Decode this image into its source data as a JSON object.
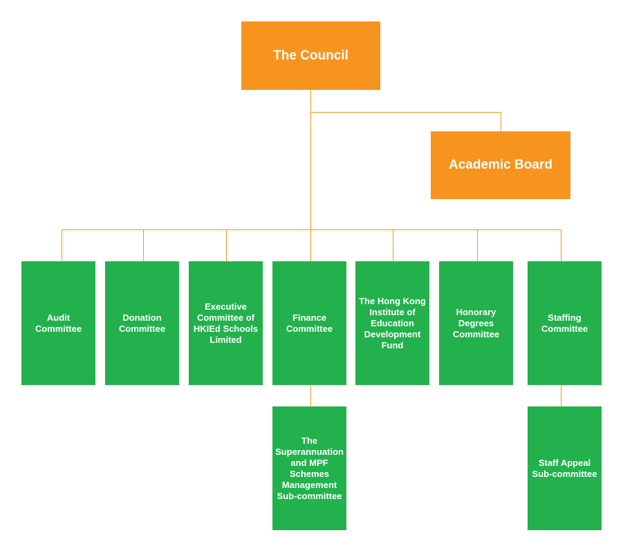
{
  "council": {
    "label": "The Council"
  },
  "academic_board": {
    "label": "Academic Board"
  },
  "committees": [
    {
      "label": "Audit\nCommittee"
    },
    {
      "label": "Donation\nCommittee"
    },
    {
      "label": "Executive\nCommittee of\nHKIEd Schools\nLimited"
    },
    {
      "label": "Finance\nCommittee"
    },
    {
      "label": "The Hong Kong\nInstitute of\nEducation\nDevelopment\nFund"
    },
    {
      "label": "Honorary\nDegrees\nCommittee"
    },
    {
      "label": "Staffing\nCommittee"
    }
  ],
  "sub_committees": {
    "finance": {
      "label": "The\nSuperannuation\nand MPF\nSchemes\nManagement\nSub-committee"
    },
    "staffing": {
      "label": "Staff Appeal\nSub-committee"
    }
  },
  "colors": {
    "governing": "#f7941d",
    "committee": "#22b14c",
    "connector": "#f7941d"
  }
}
